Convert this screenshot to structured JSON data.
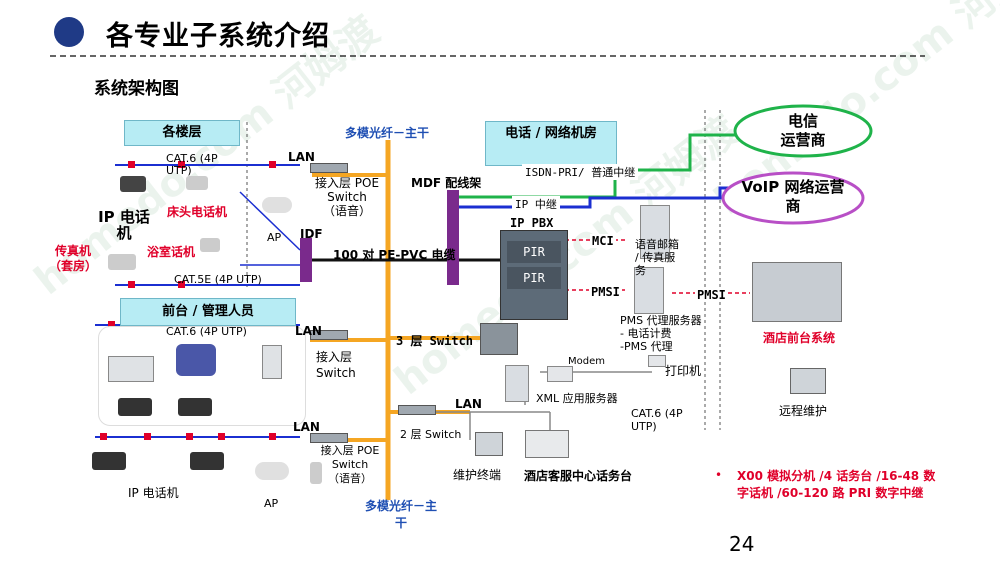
{
  "page": {
    "title": "各专业子系统介绍",
    "subtitle": "系统架构图",
    "page_number": "24",
    "watermark": "homedo.com 河姆渡"
  },
  "colors": {
    "accent_navy": "#1f3a86",
    "backbone_orange": "#f5a623",
    "label_box": "#b7ecf4",
    "green_line": "#1fb34a",
    "blue_line": "#1b2fd1",
    "idf_purple": "#7a2a8c",
    "cloud_purple": "#b84fc6",
    "red_text": "#e0002a",
    "blue_text": "#1f4fb3"
  },
  "boxes": {
    "floors": "各楼层",
    "frontdesk": "前台  /  管理人员",
    "telecom_room": "电话  /  网络机房"
  },
  "clouds": {
    "telecom": "电信\n运营商",
    "voip": "VoIP 网络运营\n商"
  },
  "labels": {
    "fiber_top": "多模光纤－主干",
    "fiber_bottom": "多模光纤－主\n干",
    "mdf": "MDF 配线架",
    "idf": "IDF",
    "ip_pbx": "IP PBX",
    "pir1": "PIR",
    "pir2": "PIR",
    "isdn": "ISDN-PRI/ 普通中继",
    "ip_trunk": "IP 中继",
    "pvc_cable": "100 对  PE-PVC 电缆",
    "cat6_top": "CAT.6 (4P\nUTP)",
    "cat5e": "CAT.5E (4P UTP)",
    "cat6_front": "CAT.6 (4P UTP)",
    "cat6_right": "CAT.6  (4P\nUTP)",
    "lan1": "LAN",
    "lan2": "LAN",
    "lan3": "LAN",
    "lan4": "LAN",
    "access_poe_voice_top": "接入层 POE\nSwitch\n（语音）",
    "access_switch": "接入层\nSwitch",
    "access_poe_voice_bottom": "接入层 POE\nSwitch\n（语音）",
    "l3_switch": "3 层  Switch",
    "l2_switch": "2 层  Switch",
    "ap_top": "AP",
    "ap_bottom": "AP",
    "ip_phone_top": "IP 电话\n机",
    "bedside_phone": "床头电话机",
    "fax_suite": "传真机\n（套房）",
    "bath_phone": "浴室话机",
    "ip_phone_bottom": "IP 电话机",
    "mci": "MCI",
    "voicemail": "语音邮箱\n/  传真服\n务",
    "pmsi1": "PMSI",
    "pmsi2": "PMSI",
    "pms_server": "PMS 代理服务器\n- 电话计费\n-PMS 代理",
    "hotel_front_system": "酒店前台系统",
    "modem": "Modem",
    "xml_server": "XML 应用服务器",
    "printer": "打印机",
    "remote_maint": "远程维护",
    "maint_terminal": "维护终端",
    "service_center": "酒店客服中心话务台"
  },
  "note": {
    "bullet": "•",
    "text": "X00 模拟分机 /4 话务台 /16-48 数字话机 /60-120 路 PRI 数字中继"
  }
}
